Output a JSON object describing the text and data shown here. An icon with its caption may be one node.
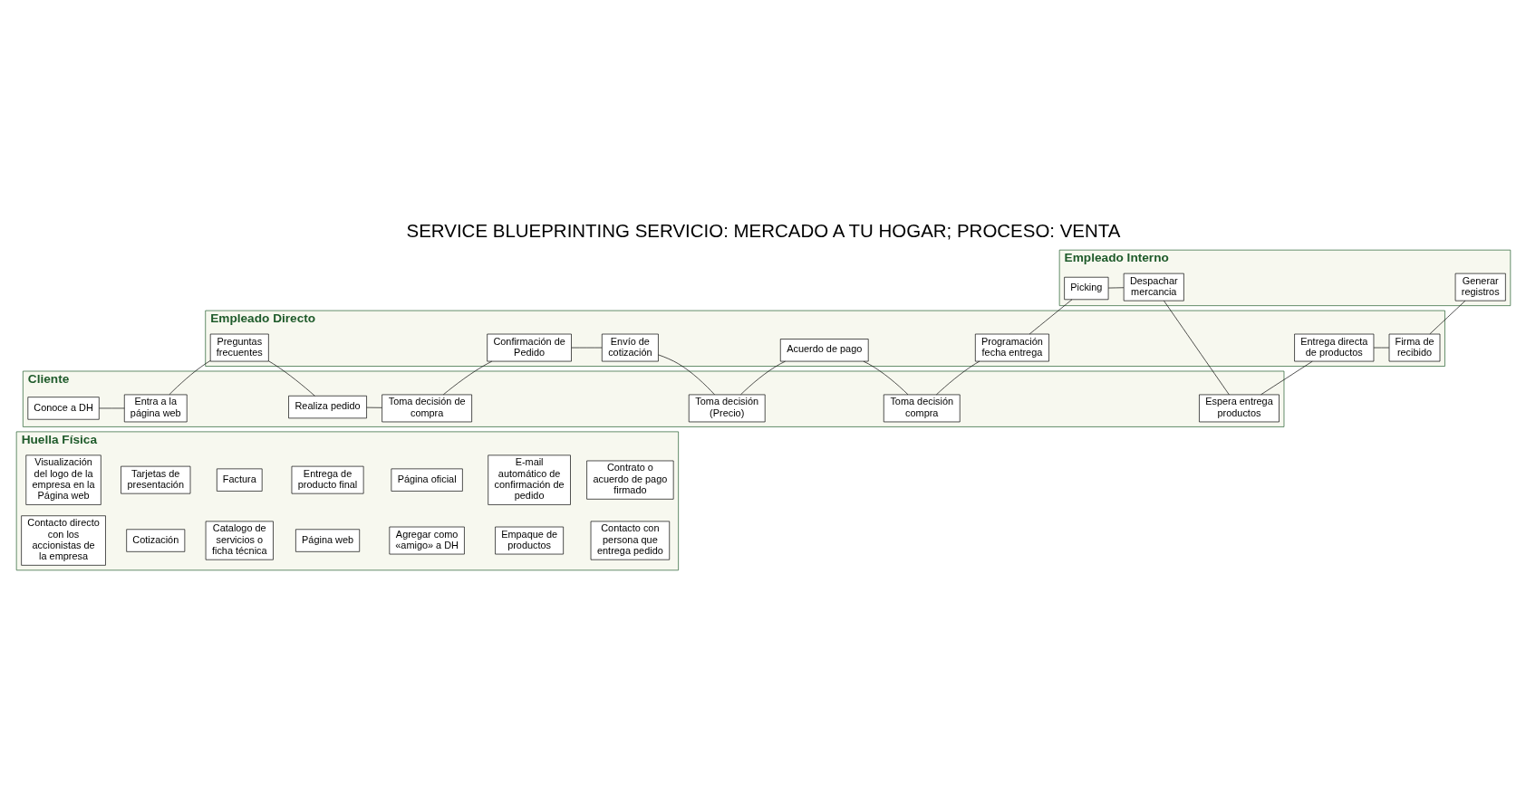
{
  "diagram": {
    "title": "SERVICE BLUEPRINTING SERVICIO: MERCADO A TU HOGAR; PROCESO: VENTA",
    "nodes": [
      {
        "text": [
          "Huella Física"
        ]
      },
      {
        "text": [
          "Visualización del logo de la empresa en la Página web"
        ],
        "in": 0
      },
      {
        "text": [
          "Contacto directo con los accionistas de la empresa"
        ],
        "in": 0
      },
      {
        "text": [
          "Tarjetas de presentación"
        ],
        "in": 0
      },
      {
        "text": [
          "Cotización"
        ],
        "in": 0
      },
      {
        "text": [
          "Factura"
        ],
        "in": 0
      },
      {
        "text": [
          "Catalogo de servicios o ficha técnica"
        ],
        "in": 0
      },
      {
        "text": [
          "Entrega de producto final"
        ],
        "in": 0
      },
      {
        "text": [
          "Página web"
        ],
        "in": 0
      },
      {
        "text": [
          "Página oficial"
        ],
        "in": 0
      },
      {
        "text": [
          "Agregar como «amigo» a DH"
        ],
        "in": 0
      },
      {
        "text": [
          "E-mail automático de confirmación de pedido"
        ],
        "in": 0
      },
      {
        "text": [
          "Empaque de productos"
        ],
        "in": 0
      },
      {
        "text": [
          "Contrato o acuerdo de pago firmado"
        ],
        "in": 0
      },
      {
        "text": [
          "Contacto con persona que entrega pedido"
        ],
        "in": 0
      },
      {
        "text": [
          "Cliente"
        ]
      },
      {
        "text": [
          "Conoce a DH"
        ],
        "in": 15
      },
      {
        "text": [
          "Entra a la página web"
        ],
        "in": 15
      },
      {
        "text": [
          "Realiza pedido"
        ],
        "in": 15
      },
      {
        "text": [
          "Toma decisión de compra"
        ],
        "in": 15
      },
      {
        "text": [
          "Toma decisión (Precio)"
        ],
        "in": 15
      },
      {
        "text": [
          "Toma decisión compra"
        ],
        "in": 15
      },
      {
        "text": [
          "Espera entrega productos"
        ],
        "in": 15
      },
      {
        "text": [
          "Empleado Directo"
        ]
      },
      {
        "text": [
          "Preguntas frecuentes"
        ],
        "in": 23
      },
      {
        "text": [
          "Confirmación de Pedido"
        ],
        "in": 23
      },
      {
        "text": [
          "Envío de cotización"
        ],
        "in": 23
      },
      {
        "text": [
          "Acuerdo de pago"
        ],
        "in": 23
      },
      {
        "text": [
          "Programación fecha entrega"
        ],
        "in": 23
      },
      {
        "text": [
          "Entrega directa de productos"
        ],
        "in": 23
      },
      {
        "text": [
          "Firma de recibido"
        ],
        "in": 23
      },
      {
        "text": [
          "Empleado Interno"
        ]
      },
      {
        "text": [
          "Picking"
        ],
        "in": 31
      },
      {
        "text": [
          "Despachar mercancia"
        ],
        "in": 31
      },
      {
        "text": [
          "Generar registros"
        ],
        "in": 31
      }
    ],
    "edges": [
      {
        "from": 16,
        "to": 17,
        "arrow": "none"
      },
      {
        "from": 17,
        "to": 24,
        "arrow": "none"
      },
      {
        "from": 24,
        "to": 18,
        "arrow": "none"
      },
      {
        "from": 18,
        "to": 19,
        "arrow": "none"
      },
      {
        "from": 19,
        "to": 25,
        "arrow": "none"
      },
      {
        "from": 25,
        "to": 26,
        "arrow": "none"
      },
      {
        "from": 26,
        "to": 20,
        "arrow": "none"
      },
      {
        "from": 20,
        "to": 27,
        "arrow": "none"
      },
      {
        "from": 27,
        "to": 21,
        "arrow": "none"
      },
      {
        "from": 21,
        "to": 28,
        "arrow": "none"
      },
      {
        "from": 28,
        "to": 32,
        "arrow": "none"
      },
      {
        "from": 32,
        "to": 33,
        "arrow": "none"
      },
      {
        "from": 33,
        "to": 22,
        "arrow": "none"
      },
      {
        "from": 22,
        "to": 29,
        "arrow": "none"
      },
      {
        "from": 29,
        "to": 30,
        "arrow": "none"
      },
      {
        "from": 30,
        "to": 34,
        "arrow": "none"
      }
    ]
  }
}
